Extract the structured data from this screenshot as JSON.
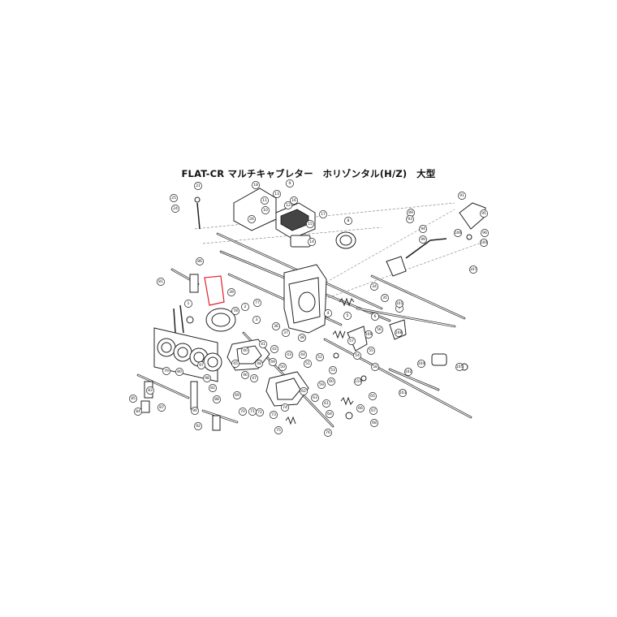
{
  "title": "FLAT-CR マルチキャブレター　ホリゾンタル(H/Z)　大型",
  "highlight_color": "#e0202a",
  "callouts": [
    {
      "id": "c01",
      "label": "25"
    },
    {
      "id": "c02",
      "label": "24"
    },
    {
      "id": "c03",
      "label": "21"
    },
    {
      "id": "c04",
      "label": "18"
    },
    {
      "id": "c05",
      "label": "13"
    },
    {
      "id": "c06",
      "label": "16"
    },
    {
      "id": "c07",
      "label": "17"
    },
    {
      "id": "c08",
      "label": "15"
    },
    {
      "id": "c09",
      "label": "8"
    },
    {
      "id": "c10",
      "label": "12"
    },
    {
      "id": "c11",
      "label": "14"
    },
    {
      "id": "c12",
      "label": "26"
    },
    {
      "id": "c13",
      "label": "11"
    },
    {
      "id": "c14",
      "label": "10"
    },
    {
      "id": "c15",
      "label": "9"
    },
    {
      "id": "c16",
      "label": "91"
    },
    {
      "id": "c17",
      "label": "95"
    },
    {
      "id": "c18",
      "label": "96"
    },
    {
      "id": "c19",
      "label": "89"
    },
    {
      "id": "c20",
      "label": "99"
    },
    {
      "id": "c21",
      "label": "94"
    },
    {
      "id": "c22",
      "label": "93"
    },
    {
      "id": "c23",
      "label": "86"
    },
    {
      "id": "c24",
      "label": "81"
    },
    {
      "id": "c25",
      "label": "39"
    },
    {
      "id": "c26",
      "label": "78"
    },
    {
      "id": "c27",
      "label": "77"
    },
    {
      "id": "c28",
      "label": "1"
    },
    {
      "id": "c29",
      "label": "2"
    },
    {
      "id": "c30",
      "label": "3"
    },
    {
      "id": "c31",
      "label": "4"
    },
    {
      "id": "c32",
      "label": "5"
    },
    {
      "id": "c33",
      "label": "6"
    },
    {
      "id": "c34",
      "label": "7"
    },
    {
      "id": "c35",
      "label": "34"
    },
    {
      "id": "c36",
      "label": "35"
    },
    {
      "id": "c37",
      "label": "36"
    },
    {
      "id": "c38",
      "label": "37"
    },
    {
      "id": "c39",
      "label": "38"
    },
    {
      "id": "c40",
      "label": "40"
    },
    {
      "id": "c41",
      "label": "41"
    },
    {
      "id": "c42",
      "label": "42"
    },
    {
      "id": "c43",
      "label": "43"
    },
    {
      "id": "c44",
      "label": "44"
    },
    {
      "id": "c45",
      "label": "45"
    },
    {
      "id": "c46",
      "label": "46"
    },
    {
      "id": "c47",
      "label": "47"
    },
    {
      "id": "c48",
      "label": "48"
    },
    {
      "id": "c49",
      "label": "49"
    },
    {
      "id": "c50",
      "label": "50"
    },
    {
      "id": "c51",
      "label": "51"
    },
    {
      "id": "c52",
      "label": "52"
    },
    {
      "id": "c53",
      "label": "53"
    },
    {
      "id": "c54",
      "label": "54"
    },
    {
      "id": "c55",
      "label": "55"
    },
    {
      "id": "c56",
      "label": "56"
    },
    {
      "id": "c57",
      "label": "57"
    },
    {
      "id": "c58",
      "label": "58"
    },
    {
      "id": "c59",
      "label": "59"
    },
    {
      "id": "c60",
      "label": "60"
    },
    {
      "id": "c61",
      "label": "61"
    },
    {
      "id": "c62",
      "label": "62"
    },
    {
      "id": "c63",
      "label": "63"
    },
    {
      "id": "c64",
      "label": "64"
    },
    {
      "id": "c65",
      "label": "65"
    },
    {
      "id": "c66",
      "label": "66"
    },
    {
      "id": "c67",
      "label": "67"
    },
    {
      "id": "c68",
      "label": "68"
    },
    {
      "id": "c69",
      "label": "69"
    },
    {
      "id": "c70",
      "label": "70"
    },
    {
      "id": "c71",
      "label": "71"
    },
    {
      "id": "c72",
      "label": "72"
    },
    {
      "id": "c73",
      "label": "73"
    },
    {
      "id": "c74",
      "label": "74"
    },
    {
      "id": "c75",
      "label": "75"
    },
    {
      "id": "c76",
      "label": "76"
    },
    {
      "id": "c77",
      "label": "79"
    },
    {
      "id": "c78",
      "label": "80"
    },
    {
      "id": "c79",
      "label": "82"
    },
    {
      "id": "c80",
      "label": "83"
    },
    {
      "id": "c81",
      "label": "84"
    },
    {
      "id": "c82",
      "label": "85"
    },
    {
      "id": "c83",
      "label": "87"
    },
    {
      "id": "c84",
      "label": "88"
    },
    {
      "id": "c85",
      "label": "90"
    },
    {
      "id": "c86",
      "label": "92"
    },
    {
      "id": "c87",
      "label": "97"
    },
    {
      "id": "c88",
      "label": "98"
    },
    {
      "id": "c89",
      "label": "100"
    },
    {
      "id": "c90",
      "label": "101"
    },
    {
      "id": "c91",
      "label": "102"
    },
    {
      "id": "c92",
      "label": "103"
    },
    {
      "id": "c93",
      "label": "104"
    },
    {
      "id": "c94",
      "label": "105"
    },
    {
      "id": "c95",
      "label": "106"
    },
    {
      "id": "c96",
      "label": "107"
    },
    {
      "id": "c97",
      "label": "108"
    },
    {
      "id": "c98",
      "label": "109"
    },
    {
      "id": "c99",
      "label": "110"
    }
  ]
}
